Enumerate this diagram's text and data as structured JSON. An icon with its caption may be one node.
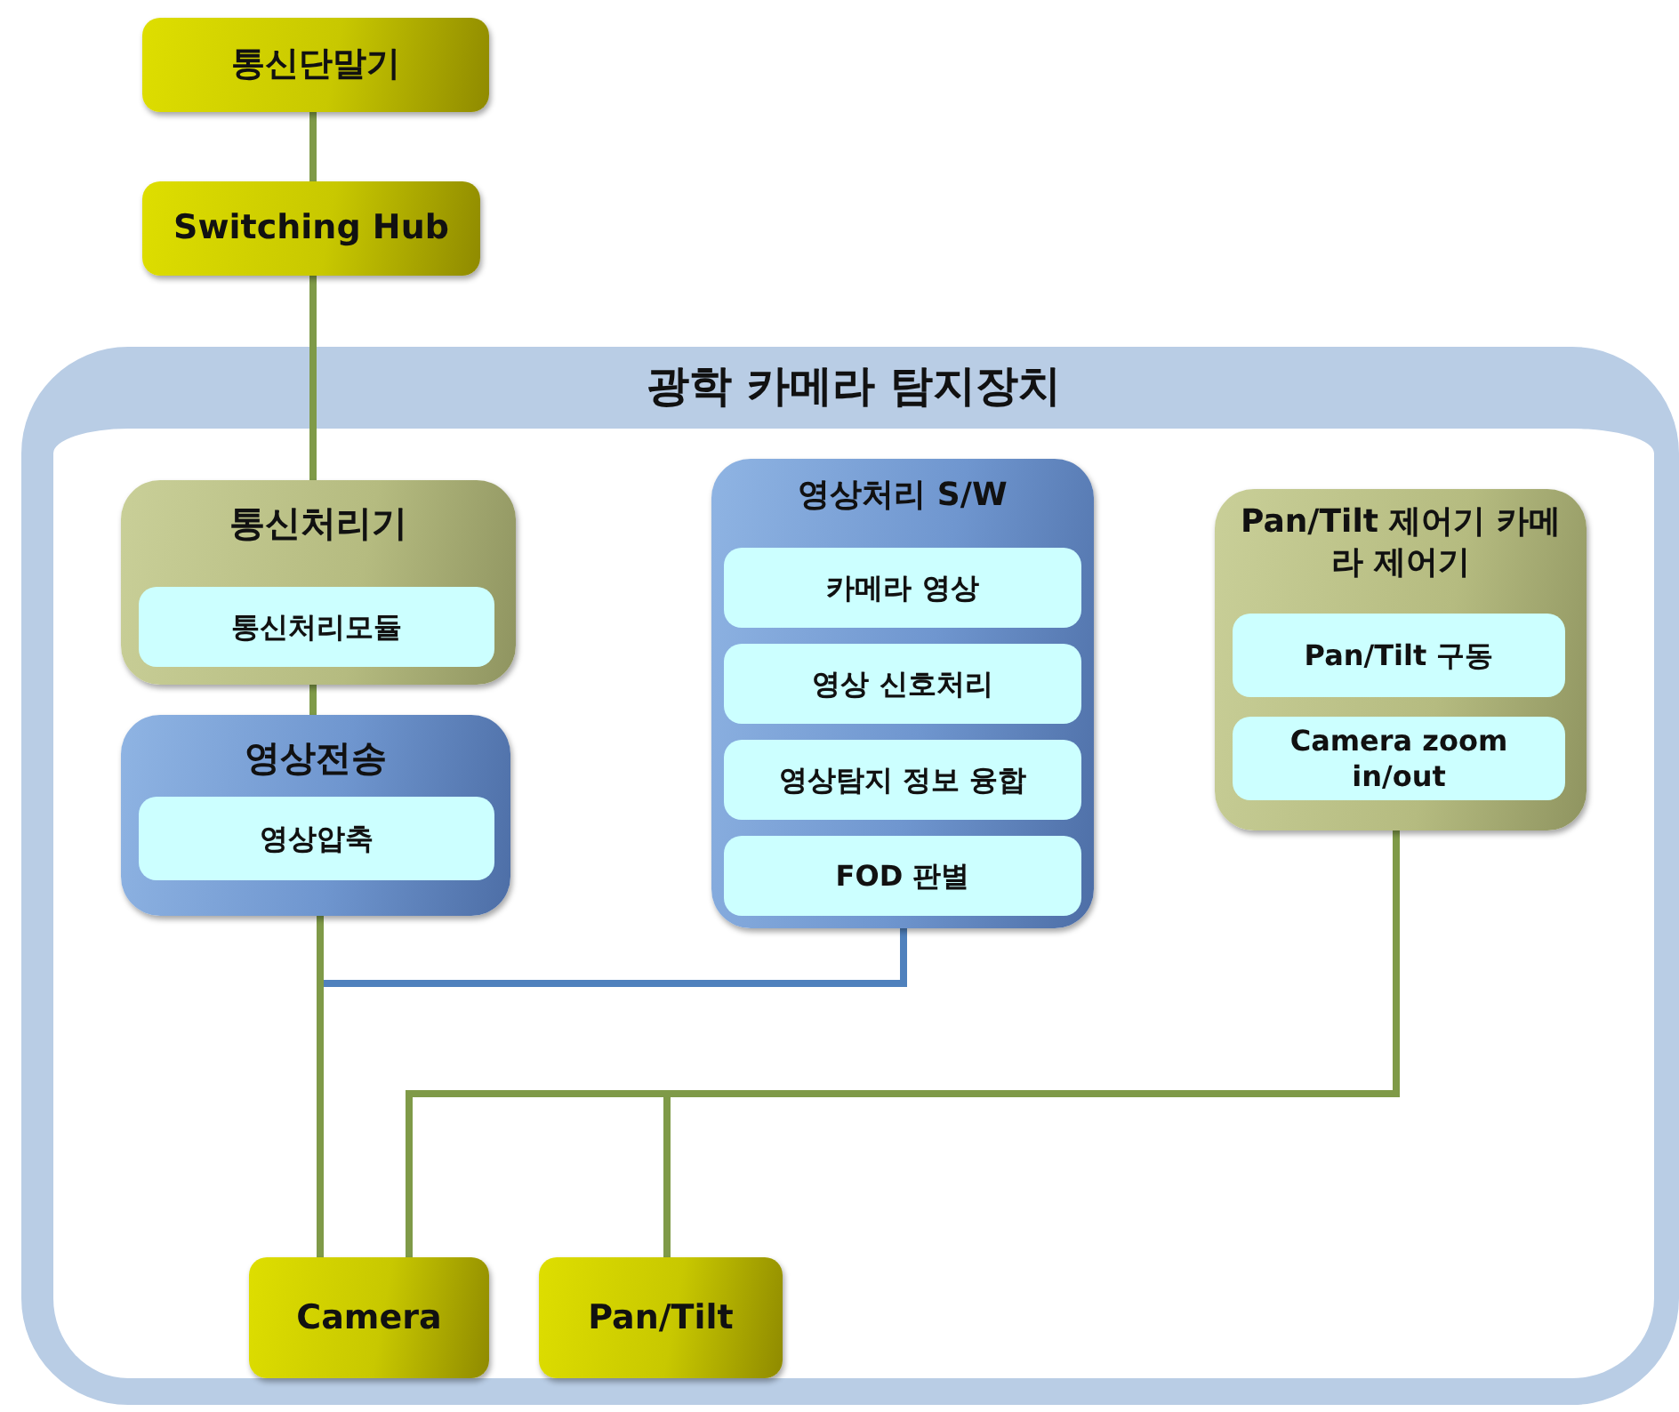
{
  "diagram": {
    "nodes": [
      {
        "text": [
          "통신단말기"
        ]
      },
      {
        "text": [
          "Switching Hub"
        ]
      },
      {
        "text": [
          "광학 카메라 탐지장치"
        ]
      },
      {
        "text": [
          "통신처리기"
        ],
        "in": 2
      },
      {
        "text": [
          "통신처리모듈"
        ],
        "in": 3
      },
      {
        "text": [
          "영상전송"
        ],
        "in": 2
      },
      {
        "text": [
          "영상압축"
        ],
        "in": 5
      },
      {
        "text": [
          "영상처리 S/W"
        ],
        "in": 2
      },
      {
        "text": [
          "카메라 영상"
        ],
        "in": 7
      },
      {
        "text": [
          "영상 신호처리"
        ],
        "in": 7
      },
      {
        "text": [
          "영상탐지 정보 융합"
        ],
        "in": 7
      },
      {
        "text": [
          "FOD 판별"
        ],
        "in": 7
      },
      {
        "text": [
          "Pan/Tilt 제어기 카메라 제어기"
        ],
        "in": 2
      },
      {
        "text": [
          "Pan/Tilt 구동"
        ],
        "in": 12
      },
      {
        "text": [
          "Camera zoom in/out"
        ],
        "in": 12
      },
      {
        "text": [
          "Camera"
        ],
        "in": 2
      },
      {
        "text": [
          "Pan/Tilt"
        ],
        "in": 2
      }
    ],
    "edges": [
      {
        "from": 0,
        "to": 1,
        "arrow": "none"
      },
      {
        "from": 1,
        "to": 3,
        "arrow": "none"
      },
      {
        "from": 3,
        "to": 5,
        "arrow": "none"
      },
      {
        "from": 5,
        "to": 15,
        "arrow": "none"
      },
      {
        "from": 7,
        "to": 15,
        "arrow": "none",
        "color": "#4f81bd"
      },
      {
        "from": 12,
        "to": 15,
        "arrow": "none"
      },
      {
        "from": 12,
        "to": 16,
        "arrow": "none"
      }
    ]
  }
}
